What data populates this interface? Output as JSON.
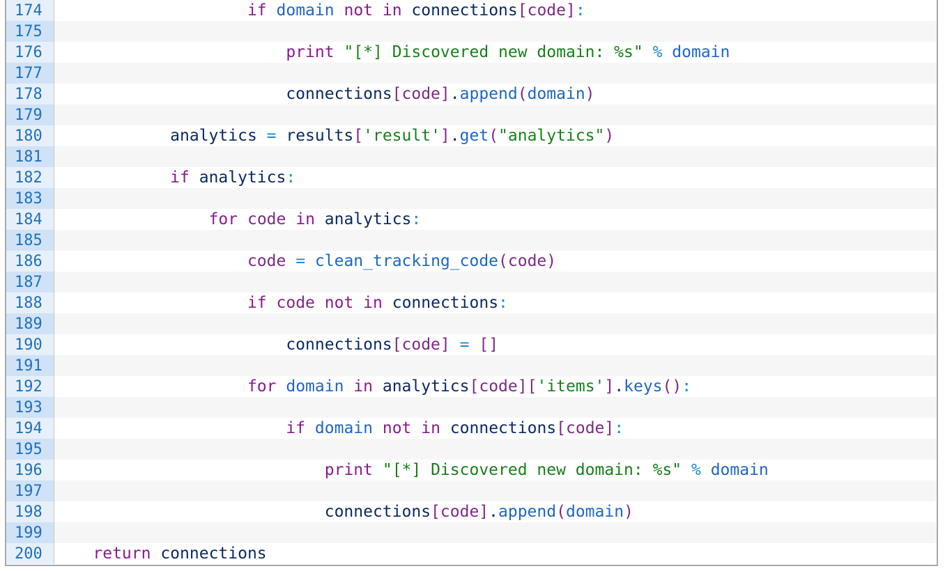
{
  "lines": [
    {
      "n": "174",
      "text": "                    if domain not in connections[code]:"
    },
    {
      "n": "175",
      "text": ""
    },
    {
      "n": "176",
      "text": "                        print \"[*] Discovered new domain: %s\" % domain"
    },
    {
      "n": "177",
      "text": ""
    },
    {
      "n": "178",
      "text": "                        connections[code].append(domain)"
    },
    {
      "n": "179",
      "text": ""
    },
    {
      "n": "180",
      "text": "            analytics = results['result'].get(\"analytics\")"
    },
    {
      "n": "181",
      "text": ""
    },
    {
      "n": "182",
      "text": "            if analytics:"
    },
    {
      "n": "183",
      "text": ""
    },
    {
      "n": "184",
      "text": "                for code in analytics:"
    },
    {
      "n": "185",
      "text": ""
    },
    {
      "n": "186",
      "text": "                    code = clean_tracking_code(code)"
    },
    {
      "n": "187",
      "text": ""
    },
    {
      "n": "188",
      "text": "                    if code not in connections:"
    },
    {
      "n": "189",
      "text": ""
    },
    {
      "n": "190",
      "text": "                        connections[code] = []"
    },
    {
      "n": "191",
      "text": ""
    },
    {
      "n": "192",
      "text": "                    for domain in analytics[code]['items'].keys():"
    },
    {
      "n": "193",
      "text": ""
    },
    {
      "n": "194",
      "text": "                        if domain not in connections[code]:"
    },
    {
      "n": "195",
      "text": ""
    },
    {
      "n": "196",
      "text": "                            print \"[*] Discovered new domain: %s\" % domain"
    },
    {
      "n": "197",
      "text": ""
    },
    {
      "n": "198",
      "text": "                            connections[code].append(domain)"
    },
    {
      "n": "199",
      "text": ""
    },
    {
      "n": "200",
      "text": "    return connections"
    }
  ],
  "colors": {
    "keyword": "#8b1a8f",
    "builtin": "#1a63c6",
    "string": "#18801a",
    "operator": "#1f8ad6",
    "identifier": "#0b2a63",
    "line_number": "#1f71bb",
    "gutter_highlight": "#cfe2f7"
  }
}
